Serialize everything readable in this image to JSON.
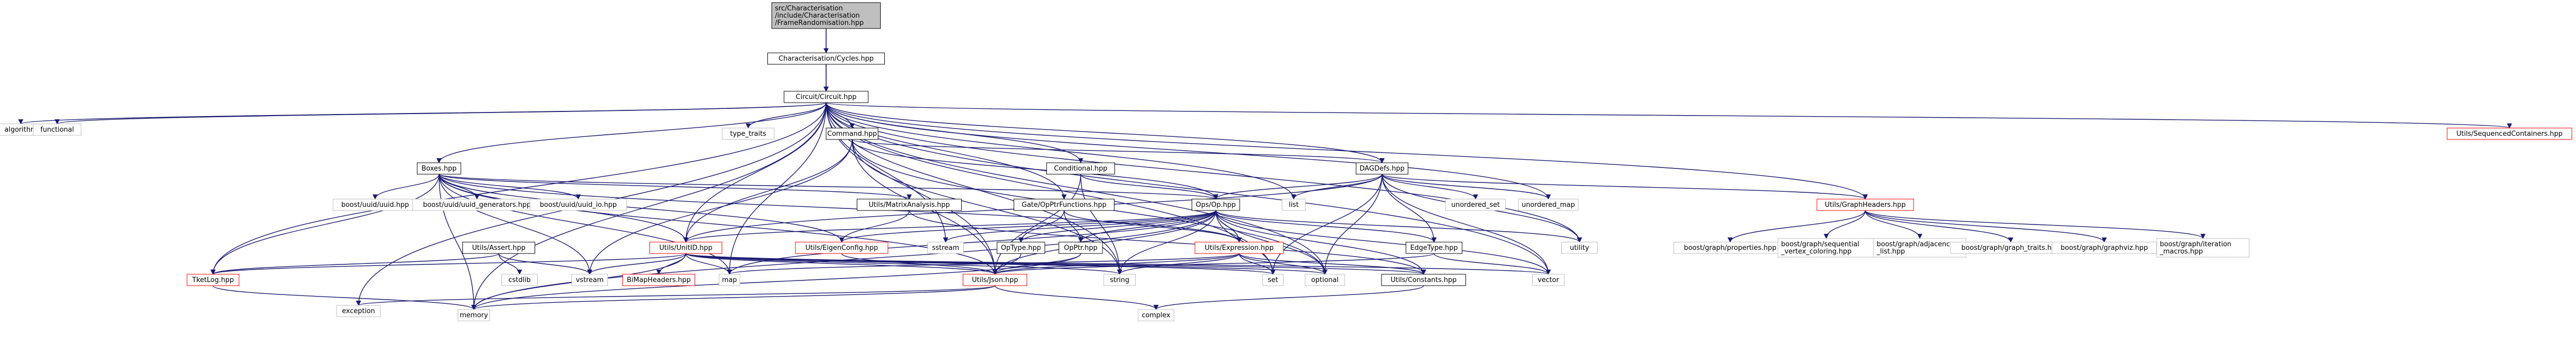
{
  "nodes": [
    {
      "id": "FrameRandomisation",
      "lines": [
        "src/Characterisation",
        "/include/Characterisation",
        "/FrameRandomisation.hpp"
      ],
      "style": "root"
    },
    {
      "id": "CharacterisationCycles",
      "lines": [
        "Characterisation/Cycles.hpp"
      ],
      "style": "normal"
    },
    {
      "id": "CircuitCircuit",
      "lines": [
        "Circuit/Circuit.hpp"
      ],
      "style": "normal"
    },
    {
      "id": "algorithm",
      "lines": [
        "algorithm"
      ],
      "style": "external"
    },
    {
      "id": "functional",
      "lines": [
        "functional"
      ],
      "style": "external"
    },
    {
      "id": "type_traits",
      "lines": [
        "type_traits"
      ],
      "style": "external"
    },
    {
      "id": "CommandHpp",
      "lines": [
        "Command.hpp"
      ],
      "style": "normal"
    },
    {
      "id": "DAGDefs",
      "lines": [
        "DAGDefs.hpp"
      ],
      "style": "normal"
    },
    {
      "id": "SequencedContainers",
      "lines": [
        "Utils/SequencedContainers.hpp"
      ],
      "style": "incomplete"
    },
    {
      "id": "BoxesHpp",
      "lines": [
        "Boxes.hpp"
      ],
      "style": "normal"
    },
    {
      "id": "ConditionalHpp",
      "lines": [
        "Conditional.hpp"
      ],
      "style": "normal"
    },
    {
      "id": "boost_uuid",
      "lines": [
        "boost/uuid/uuid.hpp"
      ],
      "style": "external"
    },
    {
      "id": "boost_uuid_gen",
      "lines": [
        "boost/uuid/uuid_generators.hpp"
      ],
      "style": "external"
    },
    {
      "id": "boost_uuid_io",
      "lines": [
        "boost/uuid/uuid_io.hpp"
      ],
      "style": "external"
    },
    {
      "id": "MatrixAnalysis",
      "lines": [
        "Utils/MatrixAnalysis.hpp"
      ],
      "style": "normal"
    },
    {
      "id": "GateOpPtrFunctions",
      "lines": [
        "Gate/OpPtrFunctions.hpp"
      ],
      "style": "normal"
    },
    {
      "id": "OpsOp",
      "lines": [
        "Ops/Op.hpp"
      ],
      "style": "normal"
    },
    {
      "id": "list",
      "lines": [
        "list"
      ],
      "style": "external"
    },
    {
      "id": "unordered_set",
      "lines": [
        "unordered_set"
      ],
      "style": "external"
    },
    {
      "id": "unordered_map",
      "lines": [
        "unordered_map"
      ],
      "style": "external"
    },
    {
      "id": "GraphHeaders",
      "lines": [
        "Utils/GraphHeaders.hpp"
      ],
      "style": "incomplete"
    },
    {
      "id": "bg_properties",
      "lines": [
        "boost/graph/properties.hpp"
      ],
      "style": "external"
    },
    {
      "id": "bg_sequential",
      "lines": [
        "boost/graph/sequential",
        "_vertex_coloring.hpp"
      ],
      "style": "external"
    },
    {
      "id": "bg_adjacency",
      "lines": [
        "boost/graph/adjacency",
        "_list.hpp"
      ],
      "style": "external"
    },
    {
      "id": "bg_traits",
      "lines": [
        "boost/graph/graph_traits.hpp"
      ],
      "style": "external"
    },
    {
      "id": "bg_graphviz",
      "lines": [
        "boost/graph/graphviz.hpp"
      ],
      "style": "external"
    },
    {
      "id": "bg_iteration",
      "lines": [
        "boost/graph/iteration",
        "_macros.hpp"
      ],
      "style": "external"
    },
    {
      "id": "UtilsAssert",
      "lines": [
        "Utils/Assert.hpp"
      ],
      "style": "normal"
    },
    {
      "id": "UtilsUnitID",
      "lines": [
        "Utils/UnitID.hpp"
      ],
      "style": "incomplete"
    },
    {
      "id": "EigenConfig",
      "lines": [
        "Utils/EigenConfig.hpp"
      ],
      "style": "incomplete"
    },
    {
      "id": "sstream",
      "lines": [
        "sstream"
      ],
      "style": "external"
    },
    {
      "id": "OpType",
      "lines": [
        "OpType.hpp"
      ],
      "style": "normal"
    },
    {
      "id": "OpPtr",
      "lines": [
        "OpPtr.hpp"
      ],
      "style": "normal"
    },
    {
      "id": "UtilsExpression",
      "lines": [
        "Utils/Expression.hpp"
      ],
      "style": "incomplete"
    },
    {
      "id": "utility",
      "lines": [
        "utility"
      ],
      "style": "external"
    },
    {
      "id": "EdgeType",
      "lines": [
        "EdgeType.hpp"
      ],
      "style": "normal"
    },
    {
      "id": "cstdlib",
      "lines": [
        "cstdlib"
      ],
      "style": "external"
    },
    {
      "id": "vstream",
      "lines": [
        "vstream"
      ],
      "style": "external"
    },
    {
      "id": "BiMapHeaders",
      "lines": [
        "BiMapHeaders.hpp"
      ],
      "style": "incomplete"
    },
    {
      "id": "map",
      "lines": [
        "map"
      ],
      "style": "external"
    },
    {
      "id": "UtilsJson",
      "lines": [
        "Utils/Json.hpp"
      ],
      "style": "incomplete"
    },
    {
      "id": "string",
      "lines": [
        "string"
      ],
      "style": "external"
    },
    {
      "id": "set",
      "lines": [
        "set"
      ],
      "style": "external"
    },
    {
      "id": "optional",
      "lines": [
        "optional"
      ],
      "style": "external"
    },
    {
      "id": "UtilsConstants",
      "lines": [
        "Utils/Constants.hpp"
      ],
      "style": "normal"
    },
    {
      "id": "vector",
      "lines": [
        "vector"
      ],
      "style": "external"
    },
    {
      "id": "TketLog",
      "lines": [
        "TketLog.hpp"
      ],
      "style": "incomplete"
    },
    {
      "id": "exception",
      "lines": [
        "exception"
      ],
      "style": "external"
    },
    {
      "id": "memory",
      "lines": [
        "memory"
      ],
      "style": "external"
    },
    {
      "id": "complex",
      "lines": [
        "complex"
      ],
      "style": "external"
    }
  ],
  "edges": [
    [
      "FrameRandomisation",
      "CharacterisationCycles"
    ],
    [
      "FrameRandomisation",
      "CircuitCircuit"
    ],
    [
      "CharacterisationCycles",
      "CircuitCircuit"
    ],
    [
      "CircuitCircuit",
      "algorithm"
    ],
    [
      "CircuitCircuit",
      "functional"
    ],
    [
      "CircuitCircuit",
      "type_traits"
    ],
    [
      "CircuitCircuit",
      "CommandHpp"
    ],
    [
      "CircuitCircuit",
      "DAGDefs"
    ],
    [
      "CircuitCircuit",
      "SequencedContainers"
    ],
    [
      "CircuitCircuit",
      "BoxesHpp"
    ],
    [
      "CircuitCircuit",
      "ConditionalHpp"
    ],
    [
      "CircuitCircuit",
      "GateOpPtrFunctions"
    ],
    [
      "CircuitCircuit",
      "GraphHeaders"
    ],
    [
      "CircuitCircuit",
      "list"
    ],
    [
      "CircuitCircuit",
      "unordered_map"
    ],
    [
      "CircuitCircuit",
      "utility"
    ],
    [
      "CircuitCircuit",
      "vector"
    ],
    [
      "CircuitCircuit",
      "UtilsJson"
    ],
    [
      "CircuitCircuit",
      "TketLog"
    ],
    [
      "CircuitCircuit",
      "exception"
    ],
    [
      "CircuitCircuit",
      "memory"
    ],
    [
      "CircuitCircuit",
      "sstream"
    ],
    [
      "CircuitCircuit",
      "UtilsUnitID"
    ],
    [
      "CircuitCircuit",
      "string"
    ],
    [
      "CircuitCircuit",
      "set"
    ],
    [
      "CircuitCircuit",
      "optional"
    ],
    [
      "CircuitCircuit",
      "map"
    ],
    [
      "CommandHpp",
      "DAGDefs"
    ],
    [
      "CommandHpp",
      "OpsOp"
    ],
    [
      "CommandHpp",
      "UtilsUnitID"
    ],
    [
      "CommandHpp",
      "vstream"
    ],
    [
      "CommandHpp",
      "UtilsJson"
    ],
    [
      "CommandHpp",
      "string"
    ],
    [
      "CommandHpp",
      "optional"
    ],
    [
      "BoxesHpp",
      "boost_uuid"
    ],
    [
      "BoxesHpp",
      "boost_uuid_gen"
    ],
    [
      "BoxesHpp",
      "boost_uuid_io"
    ],
    [
      "BoxesHpp",
      "MatrixAnalysis"
    ],
    [
      "BoxesHpp",
      "OpsOp"
    ],
    [
      "BoxesHpp",
      "UtilsUnitID"
    ],
    [
      "BoxesHpp",
      "UtilsJson"
    ],
    [
      "BoxesHpp",
      "TketLog"
    ],
    [
      "BoxesHpp",
      "memory"
    ],
    [
      "BoxesHpp",
      "map"
    ],
    [
      "BoxesHpp",
      "vstream"
    ],
    [
      "BoxesHpp",
      "EigenConfig"
    ],
    [
      "BoxesHpp",
      "UtilsExpression"
    ],
    [
      "ConditionalHpp",
      "OpsOp"
    ],
    [
      "ConditionalHpp",
      "UtilsJson"
    ],
    [
      "ConditionalHpp",
      "string"
    ],
    [
      "MatrixAnalysis",
      "EigenConfig"
    ],
    [
      "MatrixAnalysis",
      "UtilsConstants"
    ],
    [
      "GateOpPtrFunctions",
      "OpPtr"
    ],
    [
      "GateOpPtrFunctions",
      "OpType"
    ],
    [
      "GateOpPtrFunctions",
      "UtilsExpression"
    ],
    [
      "OpsOp",
      "sstream"
    ],
    [
      "OpsOp",
      "EigenConfig"
    ],
    [
      "OpsOp",
      "OpType"
    ],
    [
      "OpsOp",
      "OpPtr"
    ],
    [
      "OpsOp",
      "UtilsExpression"
    ],
    [
      "OpsOp",
      "UtilsUnitID"
    ],
    [
      "OpsOp",
      "utility"
    ],
    [
      "OpsOp",
      "EdgeType"
    ],
    [
      "OpsOp",
      "UtilsJson"
    ],
    [
      "OpsOp",
      "string"
    ],
    [
      "OpsOp",
      "set"
    ],
    [
      "OpsOp",
      "optional"
    ],
    [
      "OpsOp",
      "UtilsConstants"
    ],
    [
      "OpsOp",
      "vector"
    ],
    [
      "OpsOp",
      "memory"
    ],
    [
      "OpsOp",
      "map"
    ],
    [
      "DAGDefs",
      "list"
    ],
    [
      "DAGDefs",
      "unordered_set"
    ],
    [
      "DAGDefs",
      "unordered_map"
    ],
    [
      "DAGDefs",
      "OpsOp"
    ],
    [
      "DAGDefs",
      "GraphHeaders"
    ],
    [
      "DAGDefs",
      "utility"
    ],
    [
      "DAGDefs",
      "EdgeType"
    ],
    [
      "DAGDefs",
      "vector"
    ],
    [
      "DAGDefs",
      "UtilsUnitID"
    ],
    [
      "DAGDefs",
      "set"
    ],
    [
      "DAGDefs",
      "optional"
    ],
    [
      "GraphHeaders",
      "bg_properties"
    ],
    [
      "GraphHeaders",
      "bg_sequential"
    ],
    [
      "GraphHeaders",
      "bg_adjacency"
    ],
    [
      "GraphHeaders",
      "bg_traits"
    ],
    [
      "GraphHeaders",
      "bg_graphviz"
    ],
    [
      "GraphHeaders",
      "bg_iteration"
    ],
    [
      "UtilsAssert",
      "TketLog"
    ],
    [
      "UtilsAssert",
      "cstdlib"
    ],
    [
      "UtilsAssert",
      "vstream"
    ],
    [
      "UtilsUnitID",
      "UtilsJson"
    ],
    [
      "UtilsUnitID",
      "BiMapHeaders"
    ],
    [
      "UtilsUnitID",
      "vstream"
    ],
    [
      "UtilsUnitID",
      "map"
    ],
    [
      "UtilsUnitID",
      "memory"
    ],
    [
      "UtilsUnitID",
      "set"
    ],
    [
      "UtilsUnitID",
      "string"
    ],
    [
      "UtilsUnitID",
      "optional"
    ],
    [
      "UtilsUnitID",
      "vector"
    ],
    [
      "UtilsUnitID",
      "UtilsConstants"
    ],
    [
      "UtilsUnitID",
      "TketLog"
    ],
    [
      "EigenConfig",
      "UtilsJson"
    ],
    [
      "OpType",
      "UtilsJson"
    ],
    [
      "OpPtr",
      "UtilsJson"
    ],
    [
      "OpPtr",
      "memory"
    ],
    [
      "UtilsExpression",
      "UtilsJson"
    ],
    [
      "UtilsExpression",
      "set"
    ],
    [
      "UtilsExpression",
      "UtilsConstants"
    ],
    [
      "UtilsExpression",
      "optional"
    ],
    [
      "UtilsExpression",
      "string"
    ],
    [
      "UtilsExpression",
      "map"
    ],
    [
      "EdgeType",
      "UtilsJson"
    ],
    [
      "EdgeType",
      "vector"
    ],
    [
      "UtilsJson",
      "memory"
    ],
    [
      "UtilsJson",
      "complex"
    ],
    [
      "UtilsJson",
      "exception"
    ],
    [
      "UtilsConstants",
      "complex"
    ],
    [
      "TketLog",
      "memory"
    ]
  ],
  "colors": {
    "edge": "#191970",
    "root_fill": "#bfbfbf",
    "normal_stroke": "#000000",
    "external_stroke": "#bfbfbf",
    "incomplete_stroke": "#ff0000",
    "text": "#000000"
  }
}
